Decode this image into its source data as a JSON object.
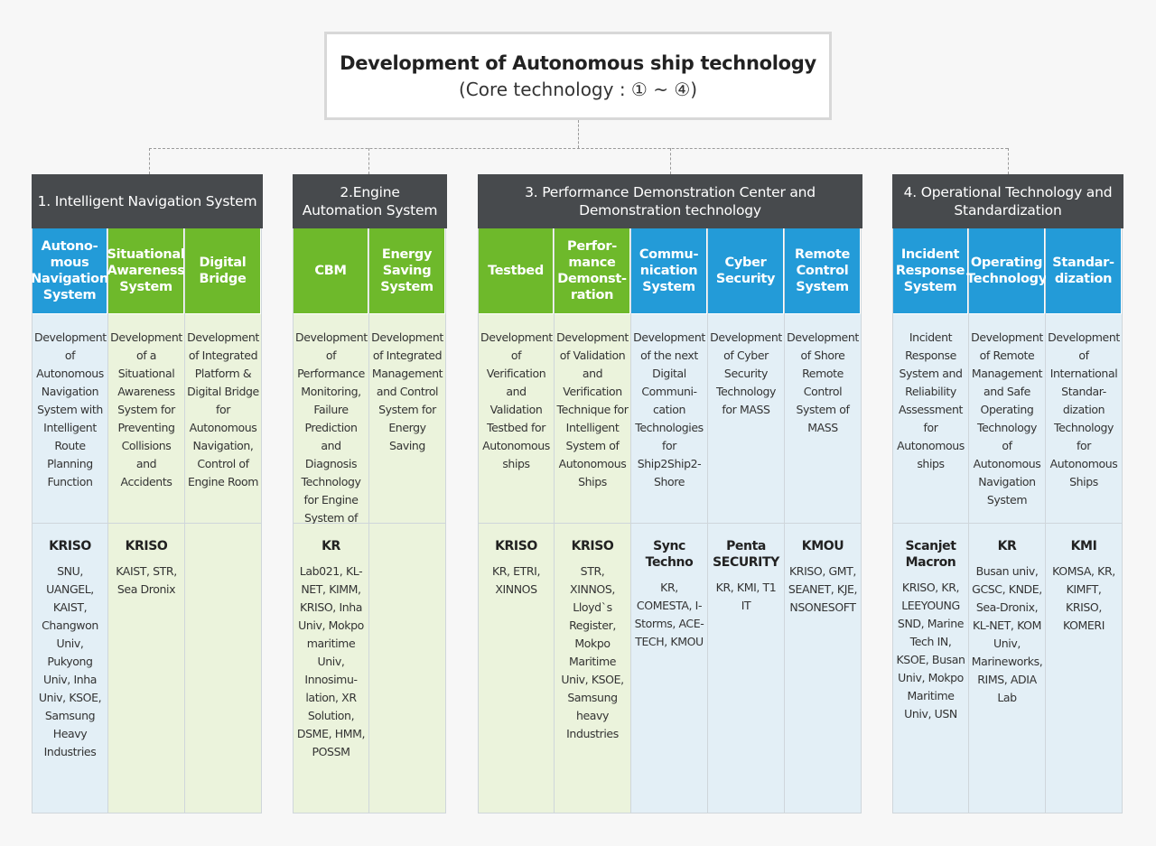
{
  "root": {
    "title": "Development of Autonomous ship technology",
    "subtitle": "(Core technology : ① ~ ④)"
  },
  "groups": [
    {
      "title": "1.  Intelligent Navigation System",
      "columns": [
        {
          "color": "blue",
          "name": "Autono-mous Navigation System",
          "desc": "Development of Autonomous Navigation System with Intelligent Route Planning Function",
          "lead": "KRISO",
          "institutions": "SNU, UANGEL, KAIST, Changwon Univ, Pukyong Univ, Inha Univ, KSOE, Samsung Heavy Industries"
        },
        {
          "color": "green",
          "name": "Situational Awareness System",
          "desc": "Development of a Situational Awareness System for Preventing Collisions and Accidents",
          "lead": "KRISO",
          "institutions": "KAIST, STR, Sea Dronix"
        },
        {
          "color": "green",
          "name": "Digital Bridge",
          "desc": "Development of Integrated Platform & Digital Bridge for Autonomous Navigation, Control of Engine Room",
          "lead": "",
          "institutions": ""
        }
      ]
    },
    {
      "title": "2.Engine Automation System",
      "columns": [
        {
          "color": "green",
          "name": "CBM",
          "desc": "Development of Performance Monitoring, Failure Prediction and Diagnosis Technology for Engine System of Autonomous Ships",
          "lead": "KR",
          "institutions": "Lab021, KL-NET, KIMM, KRISO, Inha Univ, Mokpo maritime Univ, Innosimu-lation, XR Solution, DSME, HMM, POSSM"
        },
        {
          "color": "green",
          "name": "Energy Saving System",
          "desc": "Development of Integrated Management and Control System for Energy Saving",
          "lead": "",
          "institutions": ""
        }
      ]
    },
    {
      "title": "3.  Performance Demonstration Center and Demonstration technology",
      "columns": [
        {
          "color": "green",
          "name": "Testbed",
          "desc": "Development of Verification and Validation Testbed for Autonomous ships",
          "lead": "KRISO",
          "institutions": "KR, ETRI, XINNOS"
        },
        {
          "color": "green",
          "name": "Perfor-mance Demonst-ration",
          "desc": "Development of Validation and Verification Technique for Intelligent System of Autonomous Ships",
          "lead": "KRISO",
          "institutions": "STR, XINNOS, Lloyd`s Register, Mokpo Maritime Univ, KSOE, Samsung heavy Industries"
        },
        {
          "color": "blue",
          "name": "Commu-nication System",
          "desc": "Development of  the next Digital Communi-cation Technologies for Ship2Ship2-Shore",
          "lead": "Sync Techno",
          "institutions": "KR, COMESTA, I-Storms, ACE-TECH, KMOU"
        },
        {
          "color": "blue",
          "name": "Cyber Security",
          "desc": "Development of Cyber Security Technology for MASS",
          "lead": "Penta SECURITY",
          "institutions": "KR, KMI, T1 IT"
        },
        {
          "color": "blue",
          "name": "Remote Control System",
          "desc": "Development of Shore Remote Control System of MASS",
          "lead": "KMOU",
          "institutions": "KRISO, GMT, SEANET, KJE, NSONESOFT"
        }
      ]
    },
    {
      "title": "4. Operational Technology and Standardization",
      "columns": [
        {
          "color": "blue",
          "name": "Incident Response System",
          "desc": "Incident Response System and Reliability Assessment for Autonomous ships",
          "lead": "Scanjet Macron",
          "institutions": "KRISO, KR, LEEYOUNG SND, Marine Tech IN, KSOE, Busan Univ, Mokpo Maritime Univ, USN"
        },
        {
          "color": "blue",
          "name": "Operating Technology",
          "desc": "Development of Remote Management and Safe Operating Technology of Autonomous Navigation System",
          "lead": "KR",
          "institutions": "Busan univ, GCSC, KNDE, Sea-Dronix, KL-NET, KOM Univ, Marineworks, RIMS, ADIA Lab"
        },
        {
          "color": "blue",
          "name": "Standar-dization",
          "desc": "Development of International Standar-dization Technology for Autonomous Ships",
          "lead": "KMI",
          "institutions": "KOMSA, KR, KIMFT, KRISO, KOMERI"
        }
      ]
    }
  ]
}
